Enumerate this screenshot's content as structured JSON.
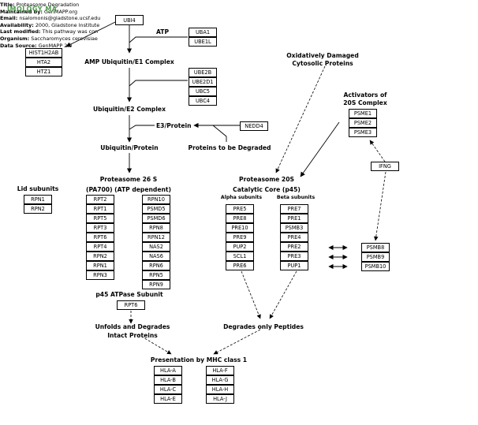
{
  "info": {
    "title_key": "Title:",
    "title": "Proteasome Degradation",
    "maintained_key": "Maintained by:",
    "maintained": "GenMAPP.org",
    "email_key": "Email:",
    "email": "nsalomonis@gladstone.ucsf.edu",
    "availability_key": "Availability:",
    "availability": "2000, Gladstone Institute",
    "modified_key": "Last modified:",
    "modified": "This pathway was con",
    "organism_key": "Organism:",
    "organism": "Saccharomyces cerevisiae",
    "source_key": "Data Source:",
    "source": "GenMAPP 2.0"
  },
  "watermark": "IMOLOGY MA",
  "labels": {
    "atp": "ATP",
    "amp_e1": "AMP Ubiquitin/E1 Complex",
    "ubi_e2": "Ubiquitin/E2 Complex",
    "e3": "E3/Protein",
    "ubi_protein": "Ubiquitin/Protein",
    "to_degrade": "Proteins to be Degraded",
    "oxidative": "Oxidatively Damaged\nCytosolic Proteins",
    "activators": "Activators of\n20S Complex",
    "p26s": "Proteasome 26 S\n(PA700) (ATP dependent)",
    "p20s": "Proteasome 20S\nCatalytic Core (p45)",
    "lid": "Lid subunits",
    "alpha": "Alpha subunits",
    "beta": "Beta subunits",
    "p45": "p45 ATPase Subunit",
    "unfolds": "Unfolds and Degrades\nIntact Proteins",
    "peptides": "Degrades only Peptides",
    "mhc": "Presentation by MHC class 1"
  },
  "genes": {
    "ubi4": [
      "UBI4"
    ],
    "histones": [
      "HIST1H2AB",
      "HTA2",
      "HTZ1"
    ],
    "uba": [
      "UBA1",
      "UBE1L"
    ],
    "ube2": [
      "UBE2B",
      "UBE2D1",
      "UBC5",
      "UBC4"
    ],
    "nedd4": [
      "NEDD4"
    ],
    "psme": [
      "PSME1",
      "PSME2",
      "PSME3"
    ],
    "ifng": [
      "IFNG"
    ],
    "lid": [
      "RPN1",
      "RPN2"
    ],
    "rpt": [
      "RPT2",
      "RPT1",
      "RPT5",
      "RPT3",
      "RPT6",
      "RPT4",
      "RPN2",
      "RPN1",
      "RPN3"
    ],
    "rpn": [
      "RPN10",
      "PSMD5",
      "PSMD6",
      "RPN8",
      "RPN12",
      "NAS2",
      "NAS6",
      "RPN6",
      "RPN5",
      "RPN9"
    ],
    "alpha": [
      "PRE5",
      "PRE8",
      "PRE10",
      "PRE9",
      "PUP2",
      "SCL1",
      "PRE6"
    ],
    "beta": [
      "PRE7",
      "PRE1",
      "PSMB3",
      "PRE4",
      "PRE2",
      "PRE3",
      "PUP1"
    ],
    "psmb": [
      "PSMB8",
      "PSMB9",
      "PSMB10"
    ],
    "rpt6": [
      "RPT6"
    ],
    "hla1": [
      "HLA-A",
      "HLA-B",
      "HLA-C",
      "HLA-E"
    ],
    "hla2": [
      "HLA-F",
      "HLA-G",
      "HLA-H",
      "HLA-J"
    ]
  }
}
